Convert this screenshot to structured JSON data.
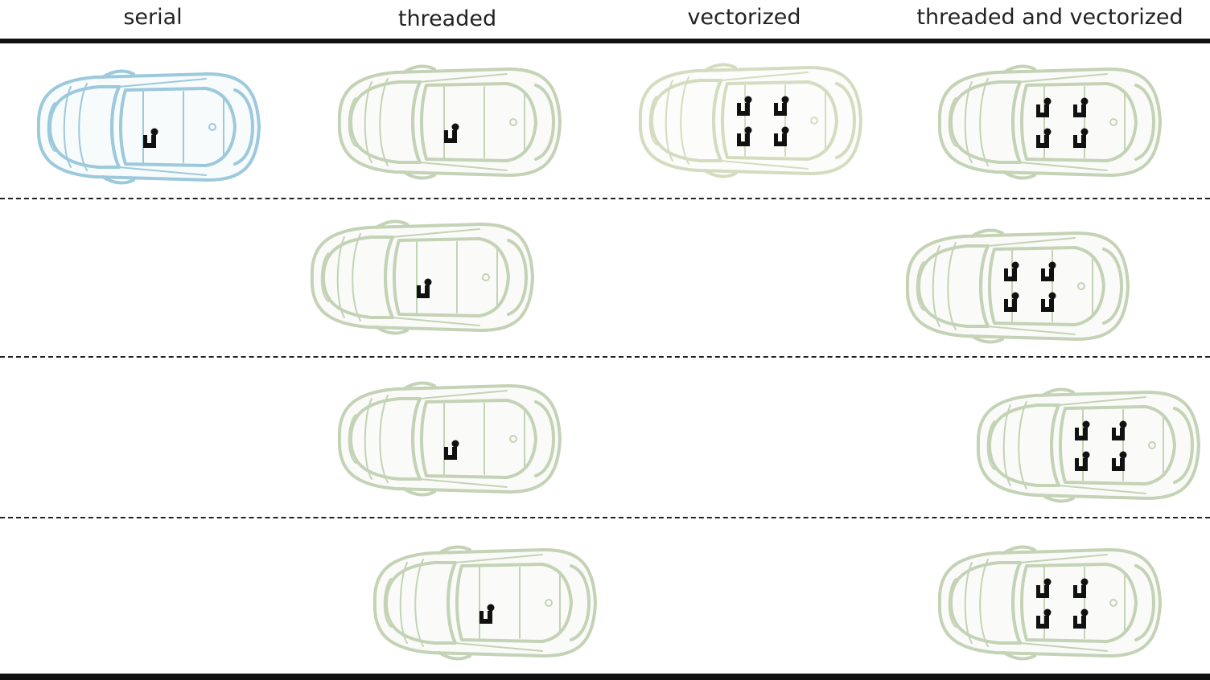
{
  "headers": {
    "serial": "serial",
    "threaded": "threaded",
    "vectorized": "vectorized",
    "threaded_and_vectorized": "threaded and vectorized"
  },
  "colors": {
    "serial_car": "#9cc9dc",
    "parallel_car": "#c4d2b6",
    "vectorized_car": "#d4dcc0",
    "driver": "#111111",
    "rule": "#111111"
  },
  "icons": {
    "car": "car-top-view-icon",
    "driver": "seated-person-icon"
  },
  "cars": [
    {
      "column": "serial",
      "row": 1,
      "drivers": 1,
      "color": "serial_car"
    },
    {
      "column": "threaded",
      "row": 1,
      "drivers": 1,
      "color": "parallel_car"
    },
    {
      "column": "threaded",
      "row": 2,
      "drivers": 1,
      "color": "parallel_car"
    },
    {
      "column": "threaded",
      "row": 3,
      "drivers": 1,
      "color": "parallel_car"
    },
    {
      "column": "threaded",
      "row": 4,
      "drivers": 1,
      "color": "parallel_car"
    },
    {
      "column": "vectorized",
      "row": 1,
      "drivers": 4,
      "color": "vectorized_car"
    },
    {
      "column": "threaded_and_vectorized",
      "row": 1,
      "drivers": 4,
      "color": "parallel_car"
    },
    {
      "column": "threaded_and_vectorized",
      "row": 2,
      "drivers": 4,
      "color": "parallel_car"
    },
    {
      "column": "threaded_and_vectorized",
      "row": 3,
      "drivers": 4,
      "color": "parallel_car"
    },
    {
      "column": "threaded_and_vectorized",
      "row": 4,
      "drivers": 4,
      "color": "parallel_car"
    }
  ]
}
